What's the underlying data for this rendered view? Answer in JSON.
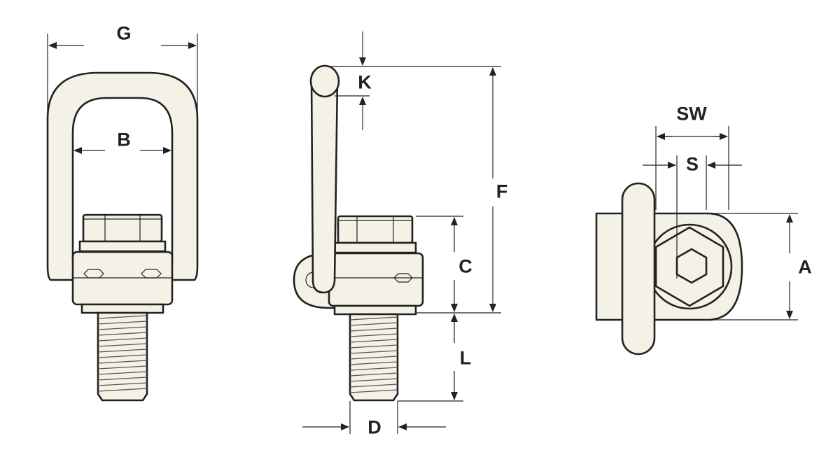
{
  "labels": {
    "G": "G",
    "B": "B",
    "K": "K",
    "F": "F",
    "C": "C",
    "L": "L",
    "D": "D",
    "SW": "SW",
    "S": "S",
    "A": "A"
  }
}
